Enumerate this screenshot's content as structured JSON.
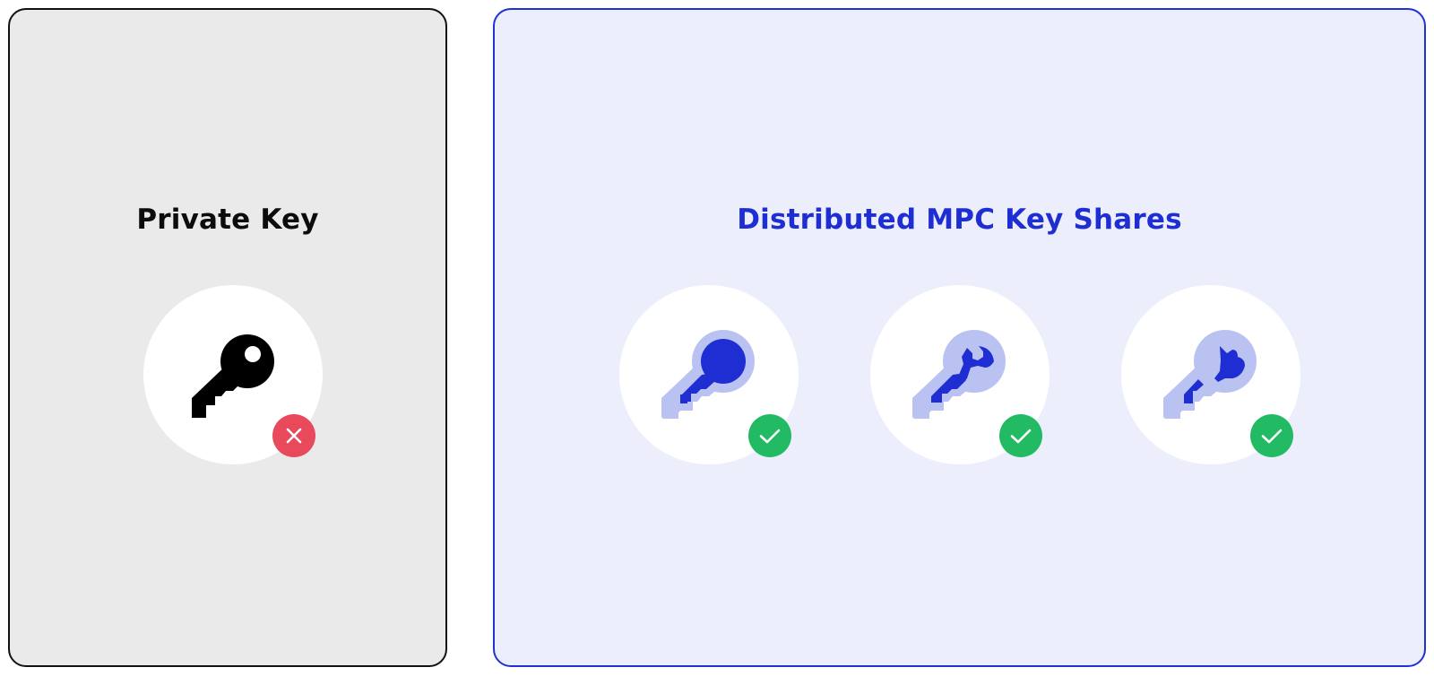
{
  "colors": {
    "accent": "#1f2ed3",
    "accent_light": "#bac2f1",
    "panel_left_bg": "#eaeaea",
    "panel_right_bg": "#eceffb",
    "fail_badge": "#e8495b",
    "ok_badge": "#22bb63"
  },
  "left_panel": {
    "title": "Private Key",
    "key": {
      "icon": "key-icon",
      "status": "invalid",
      "status_icon": "x-icon"
    }
  },
  "right_panel": {
    "title": "Distributed MPC Key Shares",
    "shares": [
      {
        "icon": "key-share-1-icon",
        "status": "valid",
        "status_icon": "check-icon"
      },
      {
        "icon": "key-share-2-icon",
        "status": "valid",
        "status_icon": "check-icon"
      },
      {
        "icon": "key-share-3-icon",
        "status": "valid",
        "status_icon": "check-icon"
      }
    ]
  }
}
